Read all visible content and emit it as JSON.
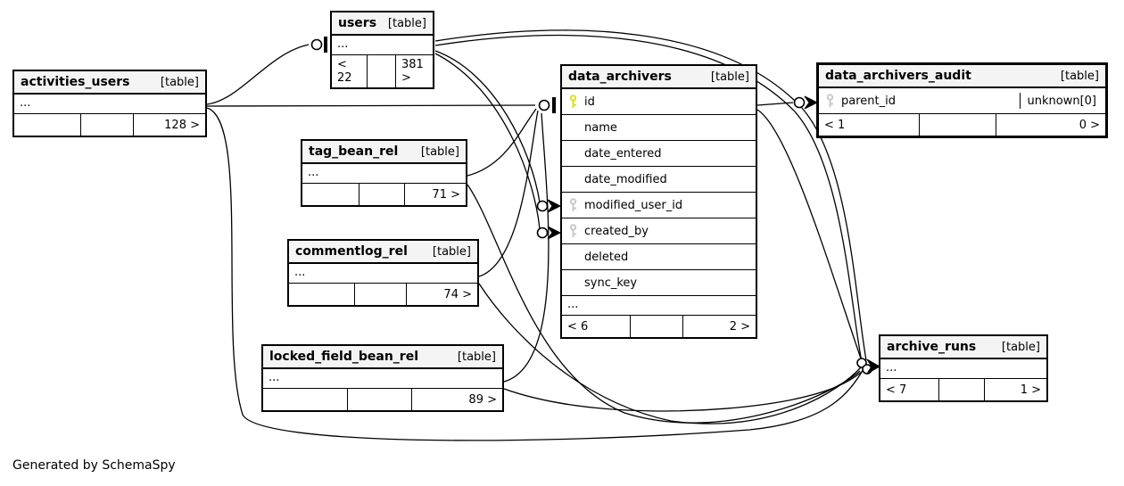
{
  "diagram": {
    "credit": "Generated by SchemaSpy",
    "colors": {
      "header_bg": "#f4f4f4",
      "border": "#000000",
      "primary_key_icon": "#dede1e",
      "foreign_key_icon": "#c9c9c9"
    },
    "tables": {
      "users": {
        "name": "users",
        "tag": "[table]",
        "ellipsis": "...",
        "footer": {
          "left": "< 22",
          "mid": "",
          "right": "381 >"
        }
      },
      "activities_users": {
        "name": "activities_users",
        "tag": "[table]",
        "ellipsis": "...",
        "footer": {
          "left": "",
          "mid": "",
          "right": "128 >"
        }
      },
      "tag_bean_rel": {
        "name": "tag_bean_rel",
        "tag": "[table]",
        "ellipsis": "...",
        "footer": {
          "left": "",
          "mid": "",
          "right": "71 >"
        }
      },
      "commentlog_rel": {
        "name": "commentlog_rel",
        "tag": "[table]",
        "ellipsis": "...",
        "footer": {
          "left": "",
          "mid": "",
          "right": "74 >"
        }
      },
      "locked_field_bean_rel": {
        "name": "locked_field_bean_rel",
        "tag": "[table]",
        "ellipsis": "...",
        "footer": {
          "left": "",
          "mid": "",
          "right": "89 >"
        }
      },
      "data_archivers": {
        "name": "data_archivers",
        "tag": "[table]",
        "ellipsis": "...",
        "columns": [
          {
            "name": "id",
            "key": "primary"
          },
          {
            "name": "name",
            "key": "none"
          },
          {
            "name": "date_entered",
            "key": "none"
          },
          {
            "name": "date_modified",
            "key": "none"
          },
          {
            "name": "modified_user_id",
            "key": "foreign"
          },
          {
            "name": "created_by",
            "key": "foreign"
          },
          {
            "name": "deleted",
            "key": "none"
          },
          {
            "name": "sync_key",
            "key": "none"
          }
        ],
        "footer": {
          "left": "< 6",
          "mid": "",
          "right": "2 >"
        }
      },
      "data_archivers_audit": {
        "name": "data_archivers_audit",
        "tag": "[table]",
        "columns": [
          {
            "name": "parent_id",
            "key": "foreign",
            "type": "unknown[0]"
          }
        ],
        "footer": {
          "left": "< 1",
          "mid": "",
          "right": "0 >"
        }
      },
      "archive_runs": {
        "name": "archive_runs",
        "tag": "[table]",
        "ellipsis": "...",
        "footer": {
          "left": "< 7",
          "mid": "",
          "right": "1 >"
        }
      }
    }
  }
}
